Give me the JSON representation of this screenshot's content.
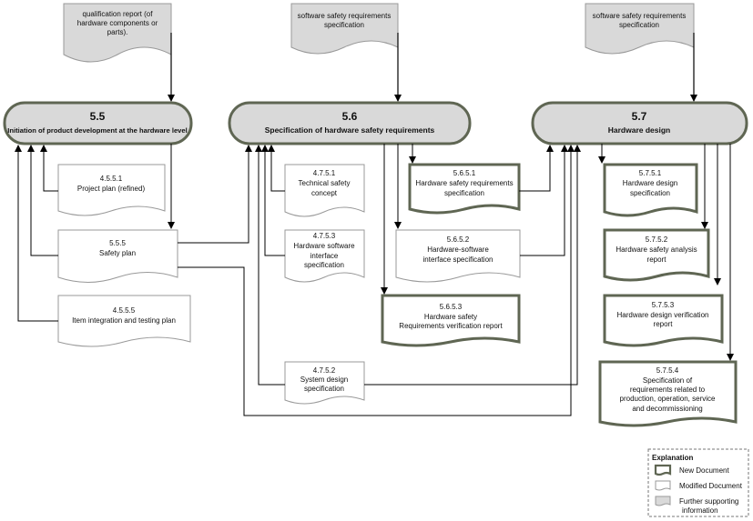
{
  "supporting": {
    "qual": [
      "qualification report (of",
      "hardware components or",
      "parts)."
    ],
    "sw1": [
      "software safety requirements",
      "specification"
    ],
    "sw2": [
      "software safety requirements",
      "specification"
    ]
  },
  "phases": {
    "p55": {
      "num": "5.5",
      "title": "Initiation of product development at the hardware level"
    },
    "p56": {
      "num": "5.6",
      "title": "Specification of hardware safety requirements"
    },
    "p57": {
      "num": "5.7",
      "title": "Hardware design"
    }
  },
  "docs": {
    "d4551": [
      "4.5.5.1",
      "Project plan (refined)"
    ],
    "d555": [
      "5.5.5",
      "Safety plan"
    ],
    "d4555": [
      "4.5.5.5",
      "Item integration and testing plan"
    ],
    "d4751": [
      "4.7.5.1",
      "Technical safety",
      "concept"
    ],
    "d4753": [
      "4.7.5.3",
      "Hardware software",
      "interface",
      "specification"
    ],
    "d4752": [
      "4.7.5.2",
      "System design",
      "specification"
    ],
    "d5651": [
      "5.6.5.1",
      "Hardware safety requirements",
      "specification"
    ],
    "d5652": [
      "5.6.5.2",
      "Hardware-software",
      "interface specification"
    ],
    "d5653": [
      "5.6.5.3",
      "Hardware safety",
      "Requirements verification report"
    ],
    "d5751": [
      "5.7.5.1",
      "Hardware design",
      "specification"
    ],
    "d5752": [
      "5.7.5.2",
      "Hardware safety analysis",
      "report"
    ],
    "d5753": [
      "5.7.5.3",
      "Hardware design verification",
      "report"
    ],
    "d5754": [
      "5.7.5.4",
      "Specification of",
      "requirements related to",
      "production, operation, service",
      "and decommissioning"
    ]
  },
  "legend": {
    "title": "Explanation",
    "new": "New Document",
    "modified": "Modified  Document",
    "further": [
      "Further supporting",
      "information"
    ]
  }
}
